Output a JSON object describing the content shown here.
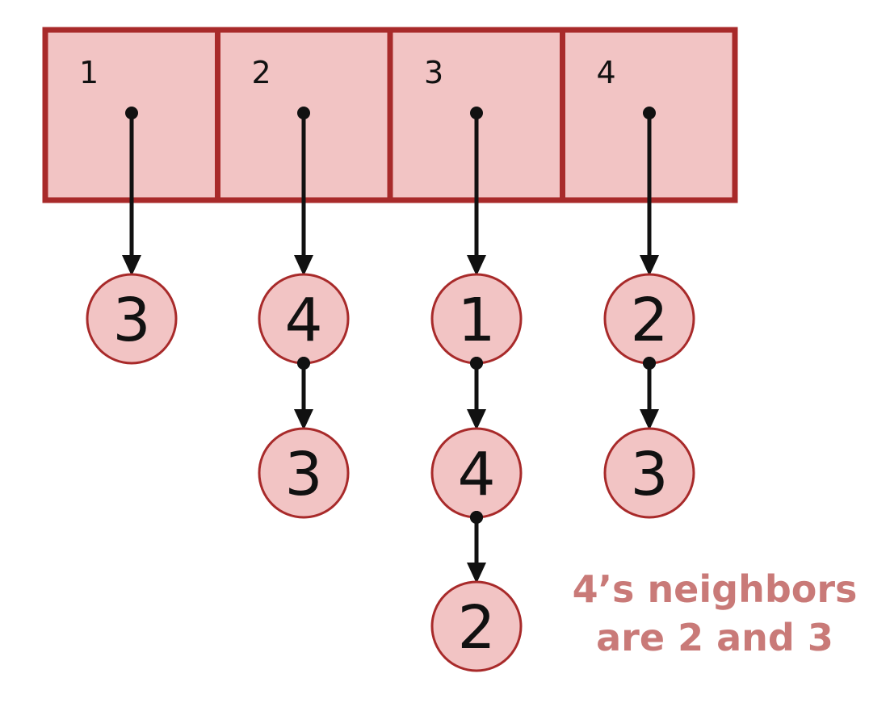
{
  "adjacency_list": [
    {
      "vertex": "1",
      "neighbors": [
        "3"
      ]
    },
    {
      "vertex": "2",
      "neighbors": [
        "4",
        "3"
      ]
    },
    {
      "vertex": "3",
      "neighbors": [
        "1",
        "4",
        "2"
      ]
    },
    {
      "vertex": "4",
      "neighbors": [
        "2",
        "3"
      ]
    }
  ],
  "annotation": {
    "line1": "4’s neighbors",
    "line2": "are 2 and 3"
  },
  "colors": {
    "cell_fill": "#f2c4c4",
    "cell_border": "#a82a2a",
    "node_fill": "#f2c4c4",
    "node_border": "#a82a2a",
    "arrow": "#111111",
    "annotation_text": "#c97a78"
  }
}
